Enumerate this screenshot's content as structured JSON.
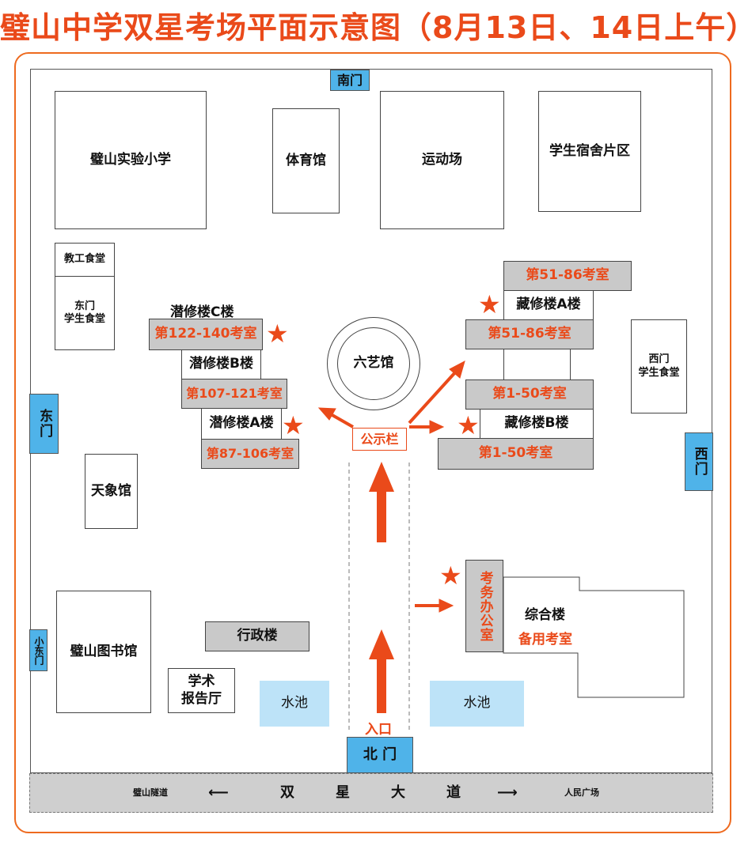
{
  "title": "璧山中学双星考场平面示意图（8月13日、14日上午）",
  "buildings": {
    "primary_school": "璧山实验小学",
    "gym": "体育馆",
    "sports_field": "运动场",
    "dorm": "学生宿舍片区",
    "staff_canteen": "教工食堂",
    "east_canteen": "东门\n学生食堂",
    "west_canteen": "西门\n学生食堂",
    "tianxiang": "天象馆",
    "library": "璧山图书馆",
    "admin": "行政楼",
    "lecture_hall": "学术\n报告厅",
    "liuyi": "六艺馆",
    "notice_board": "公示栏",
    "qianxiu_c": "潜修楼C楼",
    "qianxiu_b": "潜修楼B楼",
    "qianxiu_a": "潜修楼A楼",
    "cangxiu_a": "藏修楼A楼",
    "cangxiu_b": "藏修楼B楼",
    "complex": "综合楼",
    "exam_office": "考务办公室",
    "backup_room": "备用考室",
    "pool": "水池"
  },
  "rooms": {
    "c_rooms": "第122-140考室",
    "b_rooms": "第107-121考室",
    "a_rooms": "第87-106考室",
    "ca_rooms": "第51-86考室",
    "cb_rooms": "第1-50考室"
  },
  "gates": {
    "south": "南门",
    "east": "东门",
    "west": "西门",
    "small_east": "小东门",
    "north": "北 门",
    "entrance": "入口"
  },
  "road": {
    "left": "璧山隧道",
    "c1": "双",
    "c2": "星",
    "c3": "大",
    "c4": "道",
    "right": "人民广场"
  },
  "colors": {
    "accent": "#ea4a1a",
    "gate": "#4fb3e9",
    "pool": "#bde3f8",
    "room": "#c9c9c9"
  }
}
